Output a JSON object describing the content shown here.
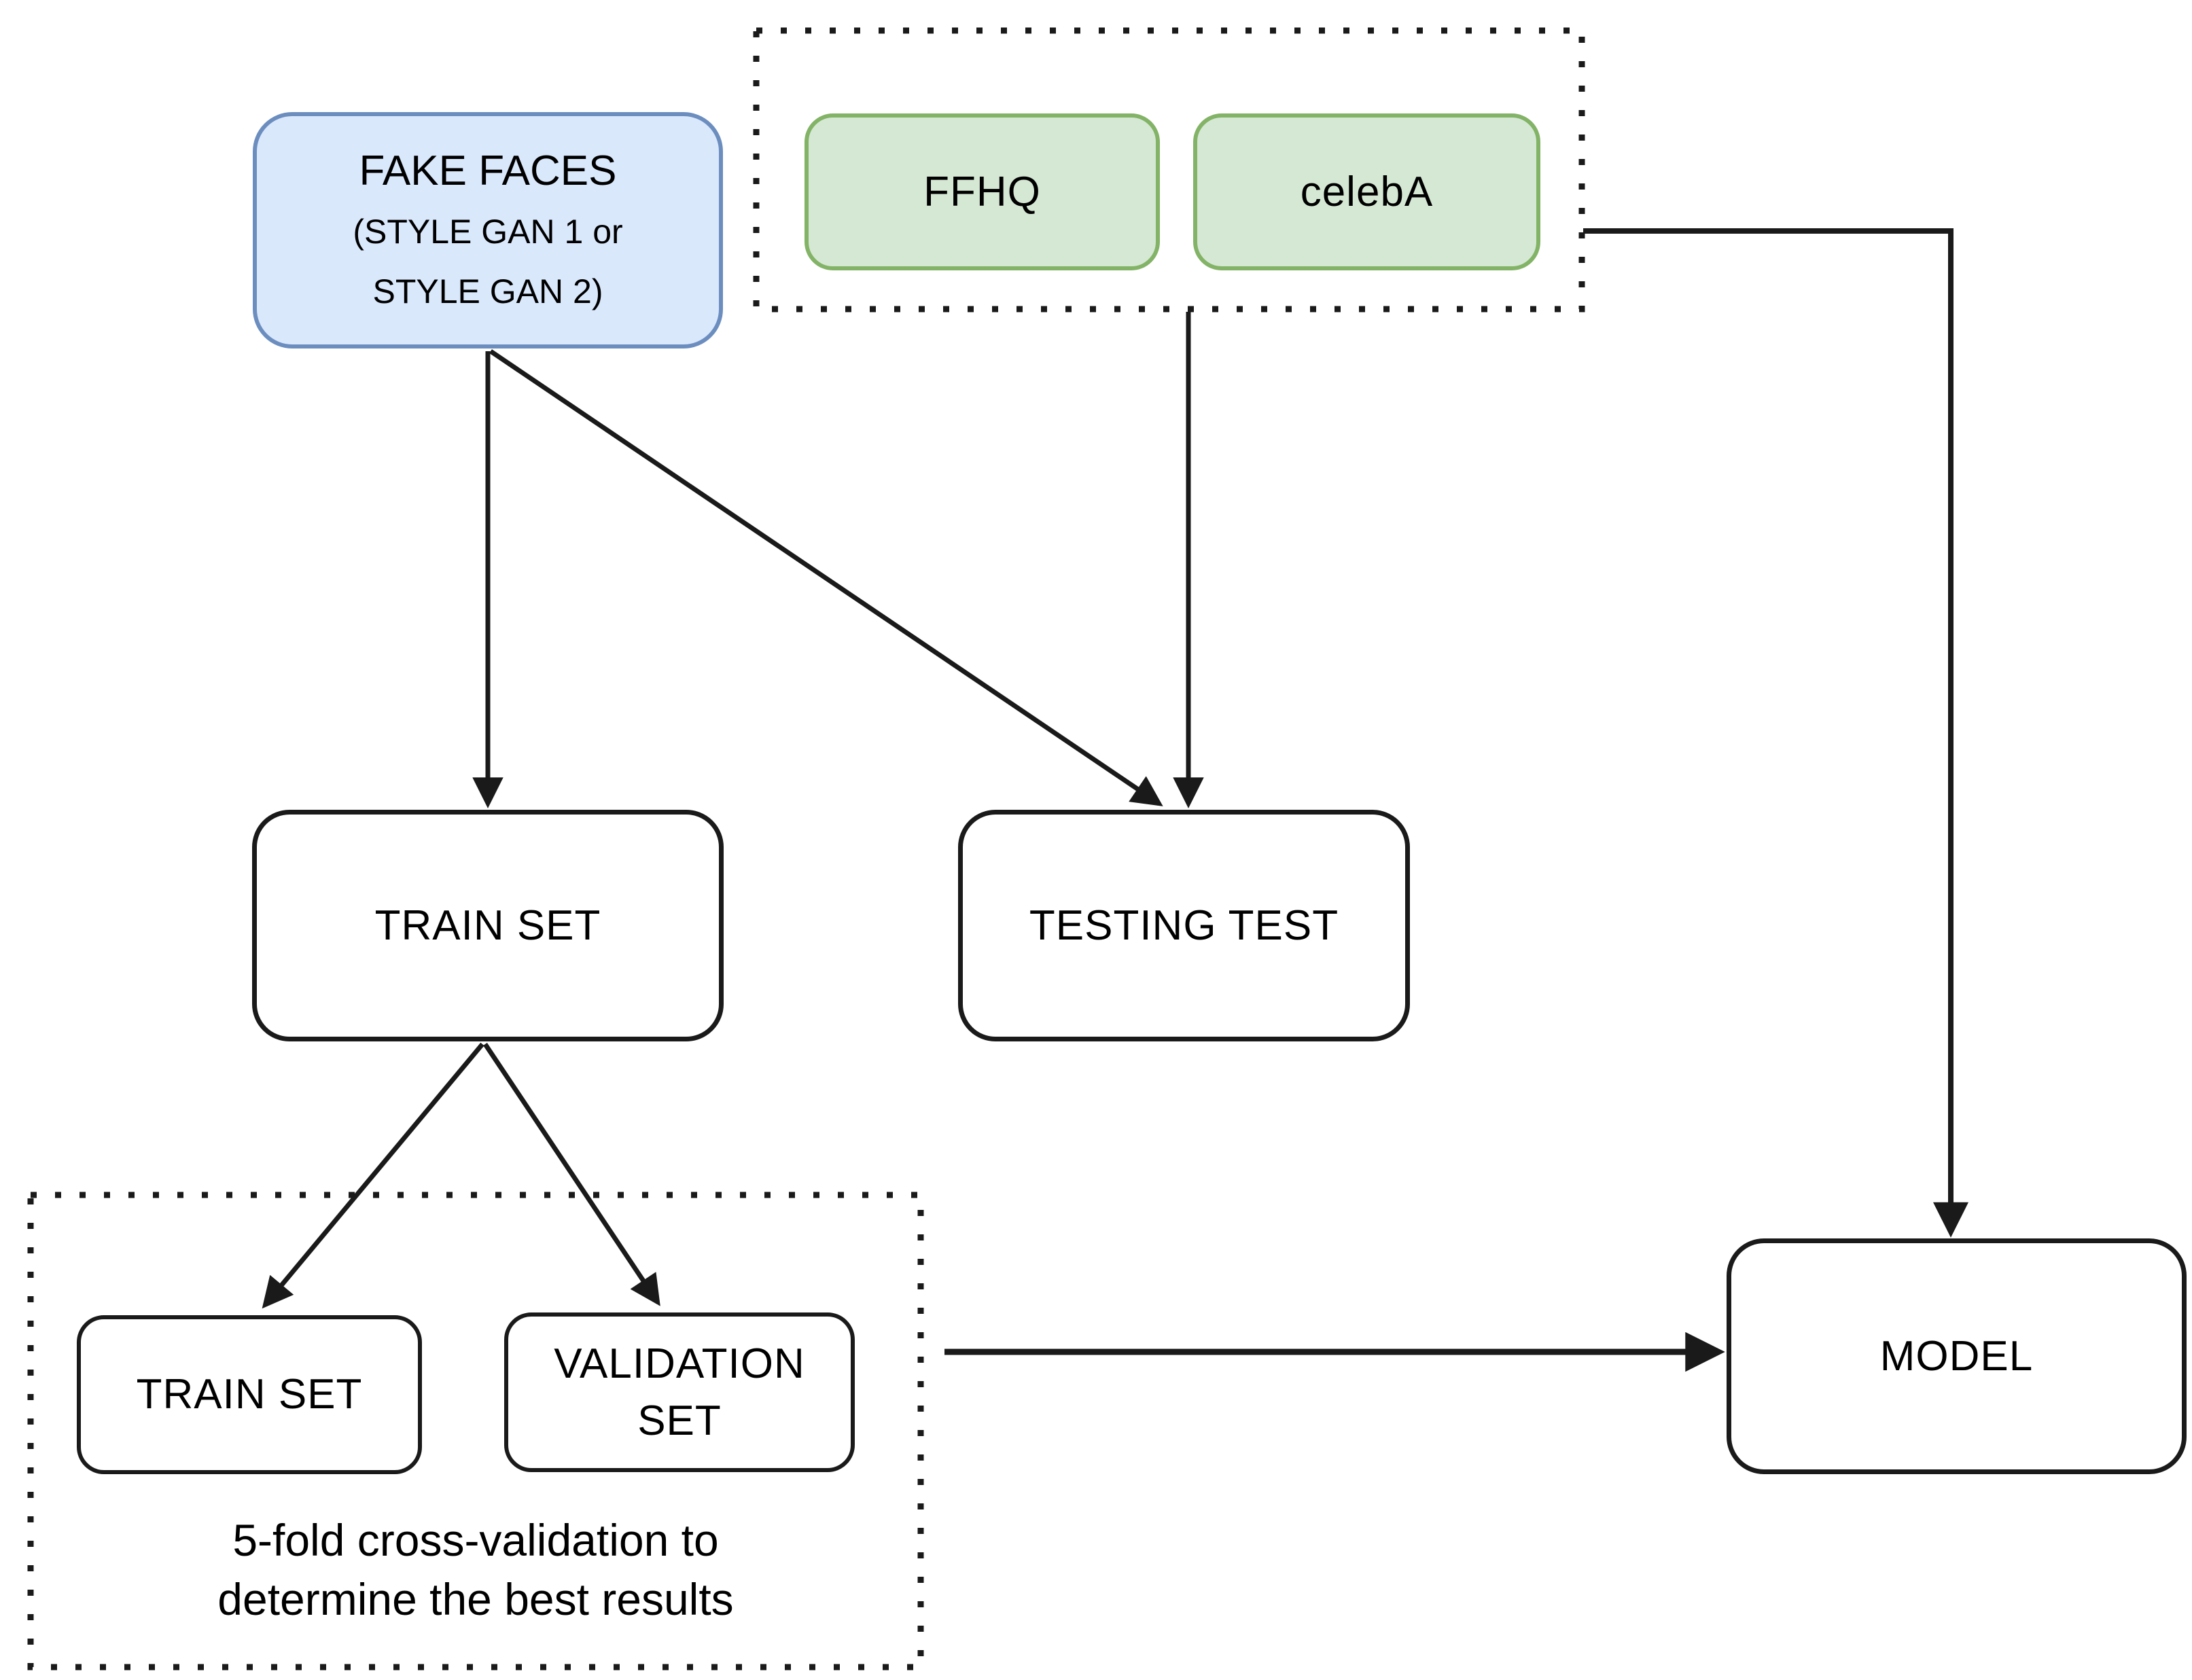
{
  "colors": {
    "fake_fill": "#dae8fc",
    "fake_border": "#6c8ebf",
    "real_fill": "#d5e8d4",
    "real_border": "#82b366",
    "line": "#1a1a1a",
    "bg": "#ffffff",
    "text": "#000000"
  },
  "nodes": {
    "fake_faces": {
      "title": "FAKE FACES",
      "subtitle_line1": "(STYLE GAN 1 or",
      "subtitle_line2": "STYLE GAN 2)"
    },
    "ffhq": {
      "label": "FFHQ"
    },
    "celeba": {
      "label": "celebA"
    },
    "train_set": {
      "label": "TRAIN SET"
    },
    "testing_test": {
      "label": "TESTING TEST"
    },
    "cv_train_set": {
      "label": "TRAIN SET"
    },
    "validation_set": {
      "label": "VALIDATION SET"
    },
    "model": {
      "label": "MODEL"
    },
    "cv_note": {
      "line1": "5-fold cross-validation to",
      "line2": "determine the best results"
    }
  }
}
